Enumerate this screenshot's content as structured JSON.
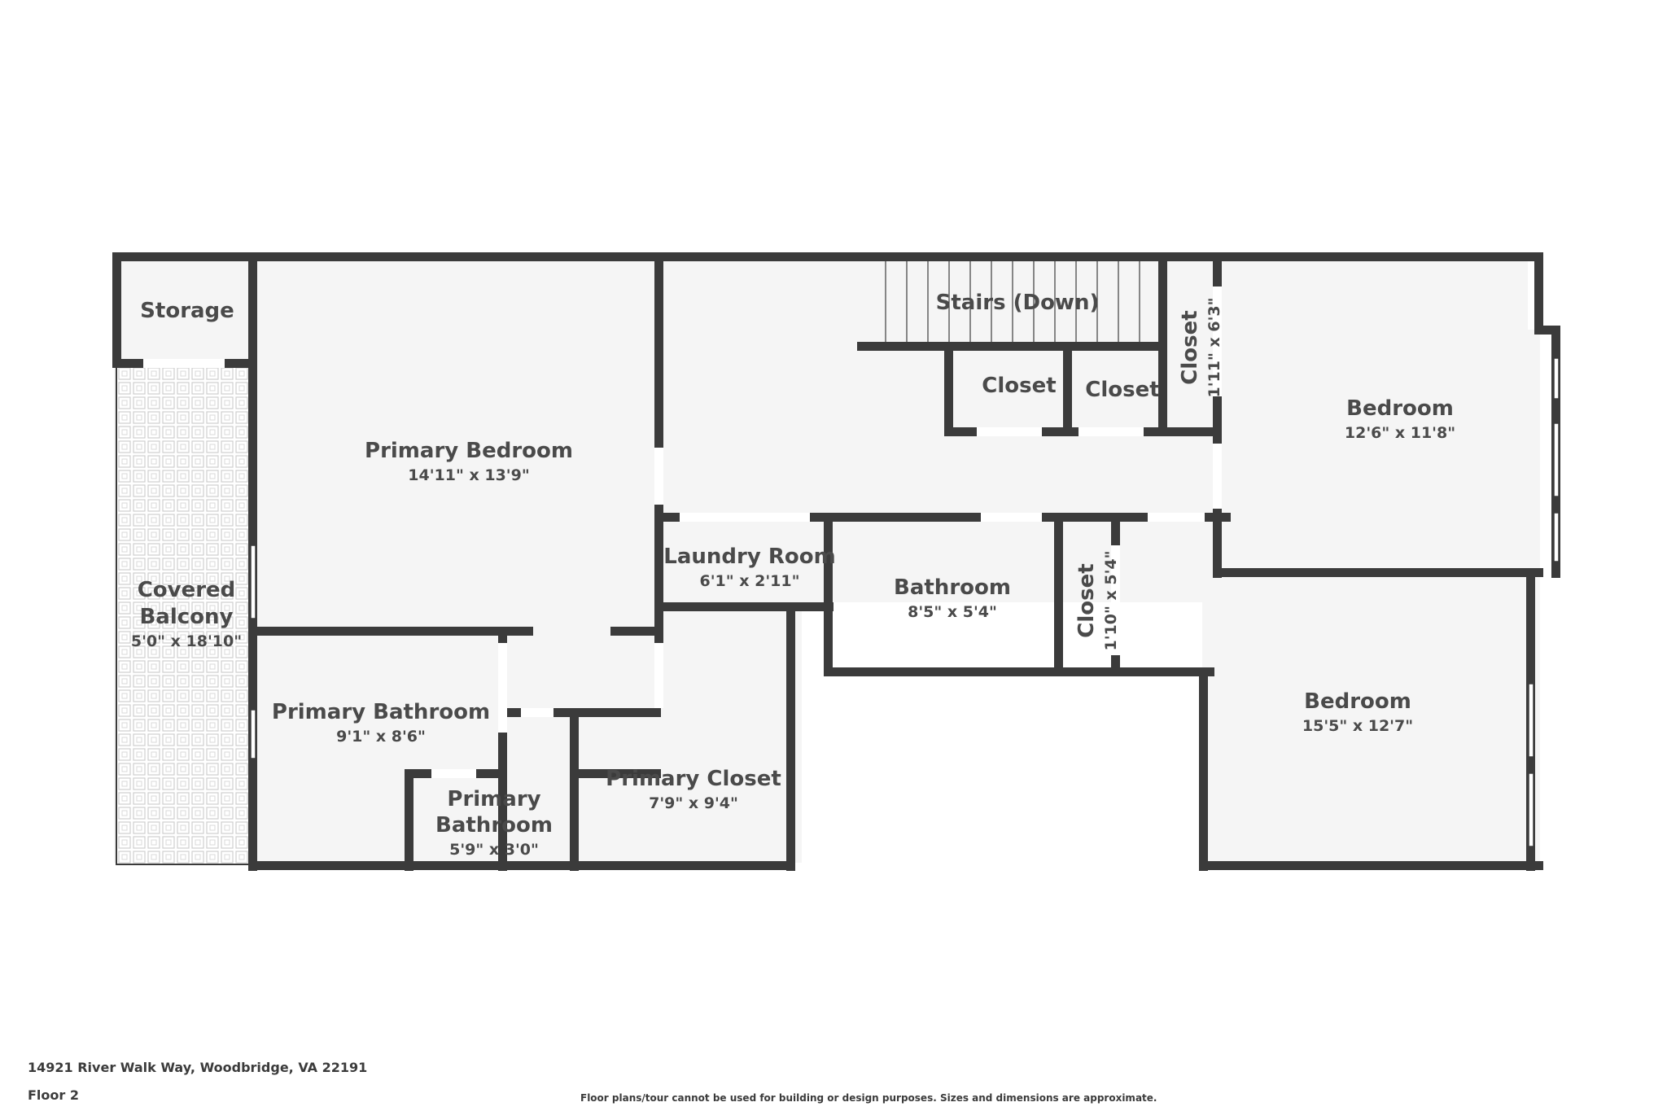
{
  "footer": {
    "address": "14921 River Walk Way, Woodbridge, VA 22191",
    "floor": "Floor 2",
    "disclaimer": "Floor plans/tour cannot be used for building or design purposes. Sizes and dimensions are approximate."
  },
  "rooms": {
    "storage": {
      "name": "Storage"
    },
    "covered_balcony": {
      "name_line1": "Covered",
      "name_line2": "Balcony",
      "dims": "5'0\" x 18'10\""
    },
    "primary_bedroom": {
      "name": "Primary Bedroom",
      "dims": "14'11\" x 13'9\""
    },
    "stairs": {
      "name": "Stairs (Down)"
    },
    "closet_left": {
      "name": "Closet"
    },
    "closet_mid": {
      "name": "Closet"
    },
    "closet_vertical_top": {
      "name": "Closet",
      "dims": "1'11\" x 6'3\""
    },
    "bedroom_top_right": {
      "name": "Bedroom",
      "dims": "12'6\" x 11'8\""
    },
    "laundry_room": {
      "name": "Laundry Room",
      "dims": "6'1\" x 2'11\""
    },
    "bathroom": {
      "name": "Bathroom",
      "dims": "8'5\" x 5'4\""
    },
    "closet_vertical_mid": {
      "name": "Closet",
      "dims": "1'10\" x 5'4\""
    },
    "bedroom_bottom_right": {
      "name": "Bedroom",
      "dims": "15'5\" x 12'7\""
    },
    "primary_bathroom_large": {
      "name": "Primary Bathroom",
      "dims": "9'1\" x 8'6\""
    },
    "primary_bathroom_small": {
      "name_line1": "Primary",
      "name_line2": "Bathroom",
      "dims": "5'9\" x 3'0\""
    },
    "primary_closet": {
      "name": "Primary Closet",
      "dims": "7'9\" x 9'4\""
    }
  }
}
